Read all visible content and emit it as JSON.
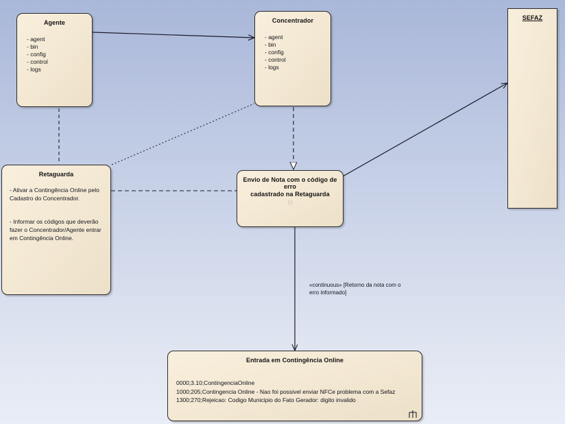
{
  "diagram": {
    "title": "Entrada em Contingência Online - fluxo Agente / Concentrador / Retaguarda / SEFAZ",
    "background_top_color": "#a9b7d9",
    "background_bottom_color": "#e9edf6",
    "node_fill_color": "#f4e9d4",
    "node_border_color": "#2a2a2a"
  },
  "nodes": {
    "agente": {
      "title": "Agente",
      "attributes": [
        "- agent",
        "- bin",
        "- config",
        "- control",
        "- logs"
      ]
    },
    "concentrador": {
      "title": "Concentrador",
      "attributes": [
        "- agent",
        "- bin",
        "- config",
        "- control",
        "- logs"
      ]
    },
    "sefaz": {
      "title": "SEFAZ"
    },
    "retaguarda": {
      "title": "Retaguarda",
      "paragraphs": [
        "- Ativar a Contingência Online pelo Cadastro do Concentrador.",
        "- Informar os códigos que deverão fazer o Concentrador/Agente entrar em Contingência Online."
      ]
    },
    "envio_nota": {
      "title_line1": "Envio de Nota com o código de erro",
      "title_line2": "cadastrado na Retaguarda",
      "collapse_mark": "(-)"
    },
    "entrada_contingencia": {
      "title": "Entrada em Contingência Online",
      "code_lines": [
        "0000;3.10;ContingenciaOnline",
        "1000;205;Contingencia Online - Nao foi possivel enviar NFCe problema com a Sefaz",
        "1300;270;Rejeicao: Codigo Municipio do Fato Gerador: digito invalido"
      ],
      "corner_glyph": "note-artifact-icon"
    }
  },
  "edges": {
    "agente_to_concentrador": {
      "style": "solid",
      "arrow": "open",
      "label": ""
    },
    "agente_to_retaguarda": {
      "style": "dashed",
      "arrow": "none",
      "label": ""
    },
    "retaguarda_to_concentrador": {
      "style": "dotted",
      "arrow": "none",
      "label": ""
    },
    "retaguarda_to_envio": {
      "style": "dashed",
      "arrow": "none",
      "label": ""
    },
    "concentrador_to_envio": {
      "style": "dashed",
      "arrow": "hollow-triangle",
      "label": ""
    },
    "envio_to_sefaz": {
      "style": "solid",
      "arrow": "open",
      "label": ""
    },
    "envio_to_entrada": {
      "style": "solid",
      "arrow": "open",
      "label": "«continuous» [Retorno da nota com o\nerro informado]"
    }
  }
}
